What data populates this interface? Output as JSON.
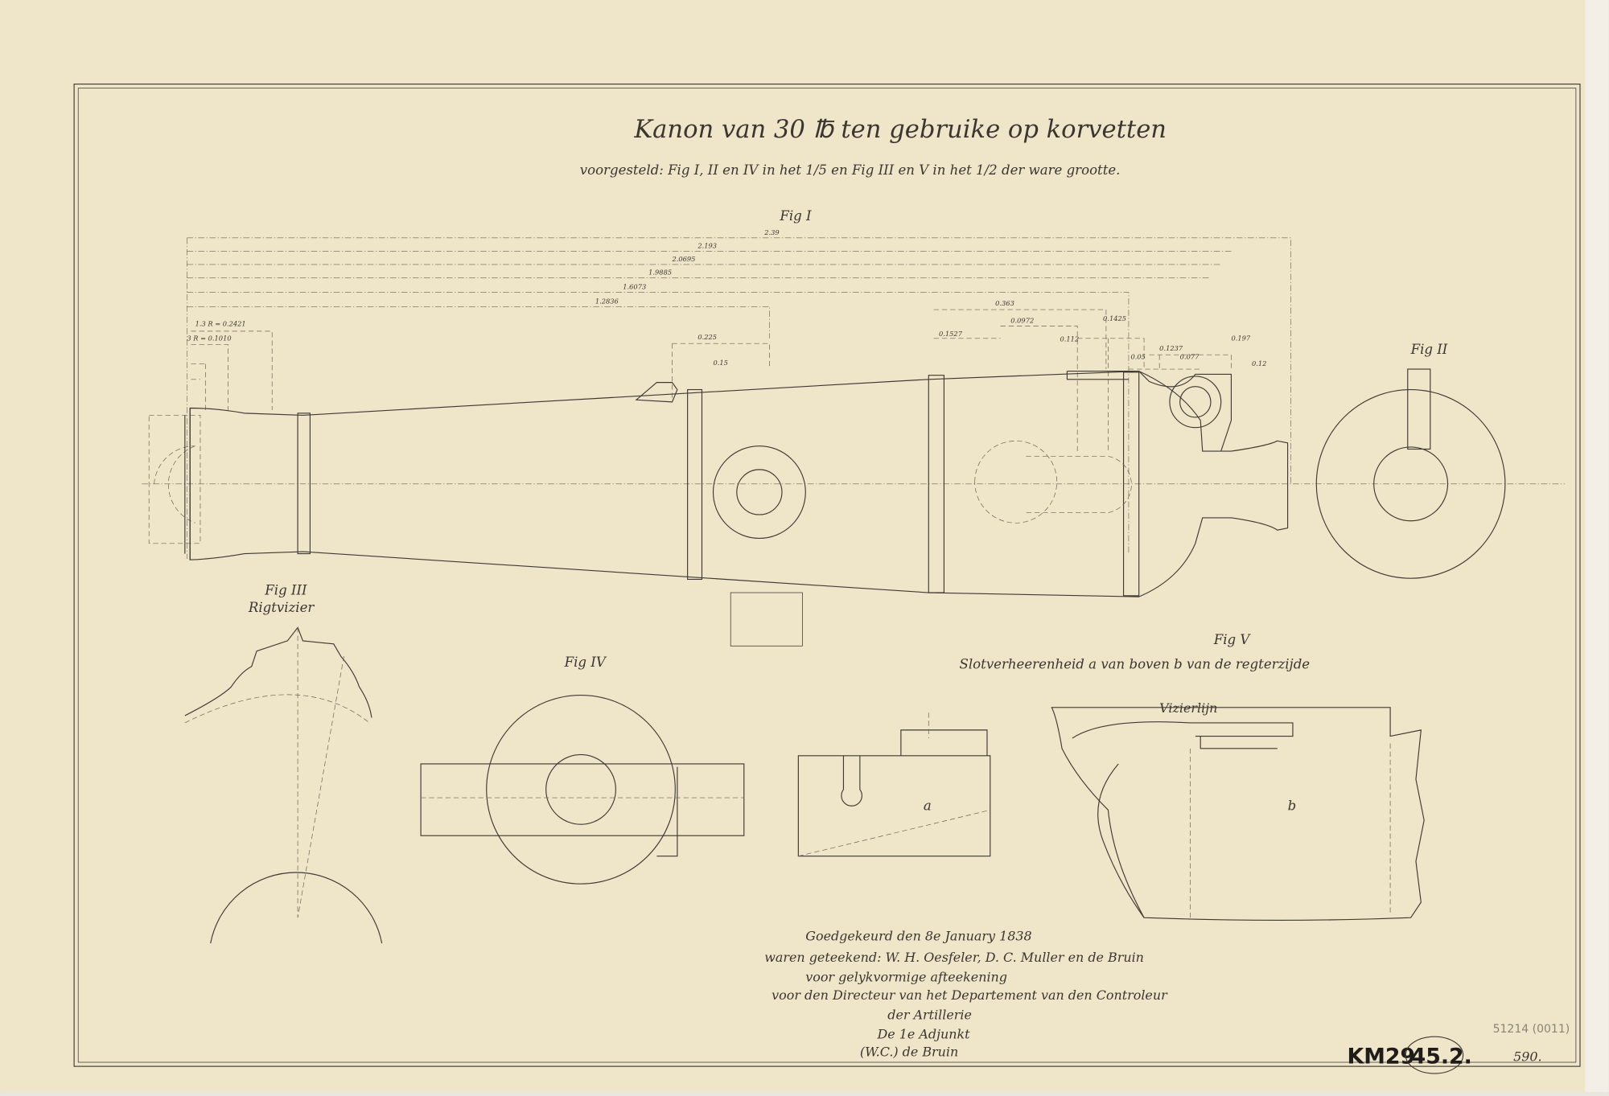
{
  "title": "Kanon van 30 ℔ ten gebruike op korvetten",
  "subtitle": "voorgesteld: Fig I, II en IV in het 1/5 en Fig III en V in het 1/2 der ware grootte.",
  "figures": {
    "fig1": "Fig I",
    "fig2": "Fig II",
    "fig3": "Fig III",
    "fig3_caption": "Rigtvizier",
    "fig4": "Fig IV",
    "fig5": "Fig V",
    "fig5_caption": "Slotverheerenheid a van boven b van de regterzijde",
    "fig5_a": "a",
    "fig5_b": "b",
    "fig5_vizierlijn": "Vizierlijn"
  },
  "dimensions": {
    "top": [
      "2.39",
      "2.193",
      "2.0695",
      "1.9885",
      "1.6073",
      "1.2836"
    ],
    "left": [
      "1.3 R = 0.2421",
      "3 R = 0.1010"
    ],
    "upper": [
      "0.225",
      "0.15",
      "0.363",
      "0.0972",
      "0.1425",
      "0.1527",
      "0.112",
      "0.1237",
      "0.197",
      "0.077",
      "0.12",
      "0.05"
    ]
  },
  "approval": {
    "line1": "Goedgekeurd den 8e January 1838",
    "line2": "waren geteekend: W. H. Oesfeler, D. C. Muller en de Bruin",
    "line3": "voor gelykvormige afteekening",
    "line4": "voor den Directeur van het Departement van den Controleur",
    "line5": "der Artillerie",
    "line6": "De 1e Adjunkt",
    "line7": "(W.C.) de Bruin"
  },
  "archive": {
    "stamp_code": "KM29",
    "stamp_number": "45.2.",
    "pencil_note": "51214 (0011)",
    "sheet_number": "590."
  },
  "colors": {
    "paper": "#efe5c9",
    "ink": "#3f3a33"
  }
}
